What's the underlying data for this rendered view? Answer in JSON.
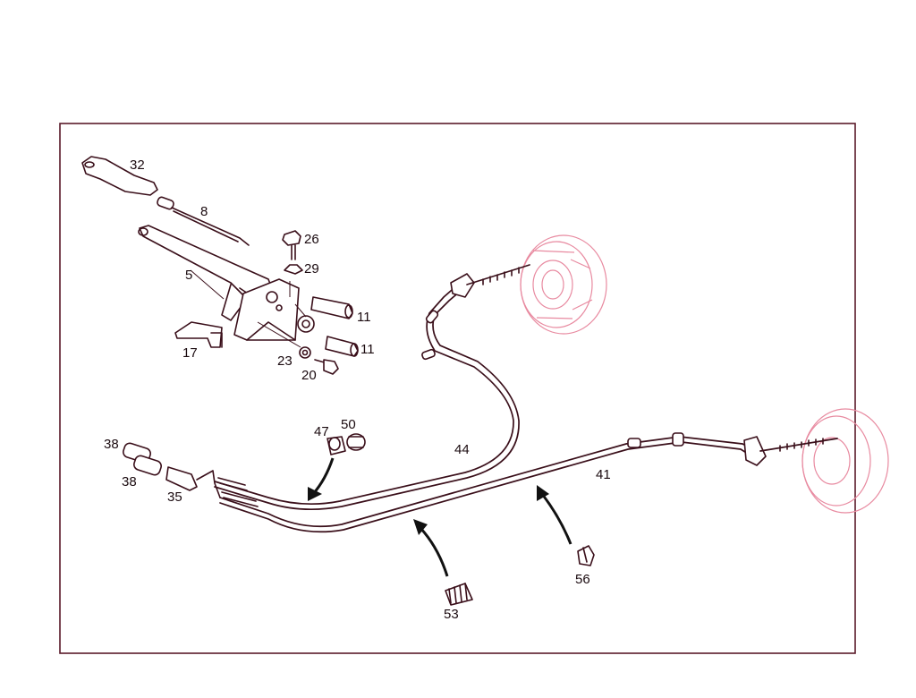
{
  "colors": {
    "frame": "#5a1a2a",
    "parts": "#3a0f1a",
    "brake_components": "#e88aa0",
    "arrows": "#111111",
    "background": "#ffffff"
  },
  "labels": {
    "p32": "32",
    "p8": "8",
    "p26": "26",
    "p29": "29",
    "p5": "5",
    "p11a": "11",
    "p11b": "11",
    "p17": "17",
    "p23": "23",
    "p20": "20",
    "p47": "47",
    "p50": "50",
    "p44": "44",
    "p38a": "38",
    "p38b": "38",
    "p35": "35",
    "p41": "41",
    "p56": "56",
    "p53": "53"
  }
}
